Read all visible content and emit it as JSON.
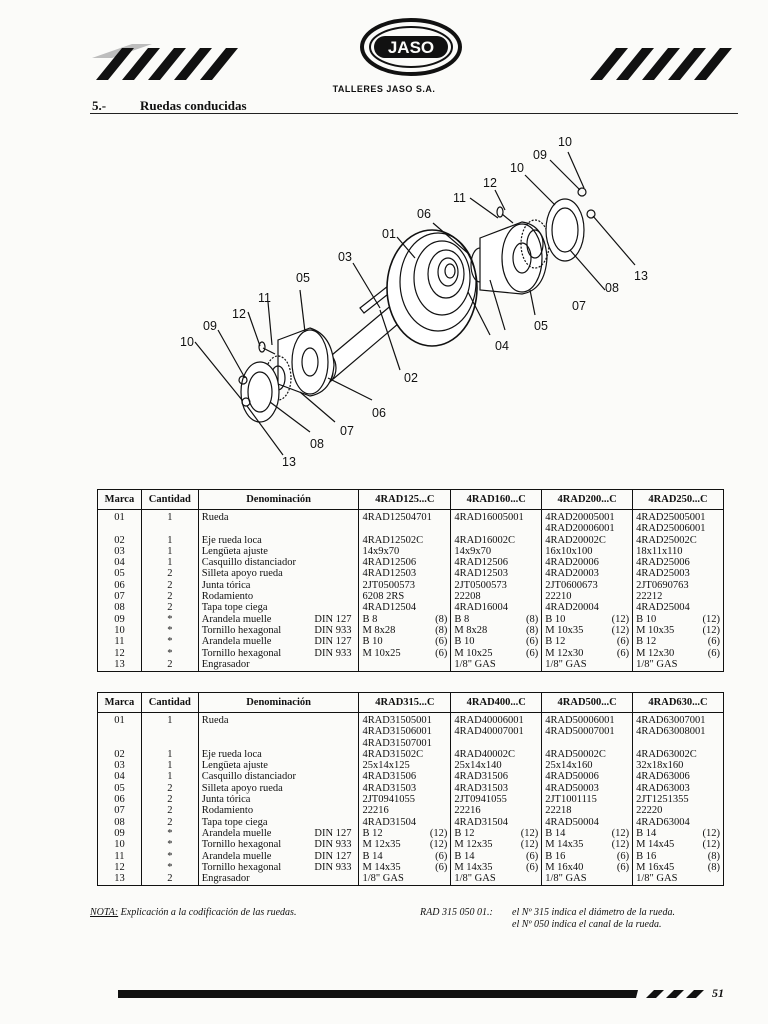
{
  "header": {
    "logo_text": "JASO",
    "company": "TALLERES JASO S.A.",
    "section_number": "5.-",
    "section_title": "Ruedas conducidas"
  },
  "diagram_labels": {
    "l01a": "01",
    "l02": "02",
    "l03": "03",
    "l04": "04",
    "l05a": "05",
    "l05b": "05",
    "l06a": "06",
    "l06b": "06",
    "l07a": "07",
    "l07b": "07",
    "l08a": "08",
    "l08b": "08",
    "l09a": "09",
    "l09b": "09",
    "l10a": "10",
    "l10b": "10",
    "l10c": "10",
    "l11a": "11",
    "l11b": "11",
    "l12a": "12",
    "l12b": "12",
    "l13a": "13",
    "l13b": "13"
  },
  "table1": {
    "headers": {
      "marca": "Marca",
      "cantidad": "Cantidad",
      "denominacion": "Denominación",
      "m1": "4RAD125...C",
      "m2": "4RAD160...C",
      "m3": "4RAD200...C",
      "m4": "4RAD250...C"
    },
    "marca": [
      "01",
      "",
      "02",
      "03",
      "04",
      "05",
      "06",
      "07",
      "08",
      "09",
      "10",
      "11",
      "12",
      "13"
    ],
    "cantidad": [
      "1",
      "",
      "1",
      "1",
      "1",
      "2",
      "2",
      "2",
      "2",
      "*",
      "*",
      "*",
      "*",
      "2"
    ],
    "denominacion": [
      {
        "name": "Rueda",
        "norm": ""
      },
      {
        "name": "",
        "norm": ""
      },
      {
        "name": "Eje rueda loca",
        "norm": ""
      },
      {
        "name": "Lengüeta ajuste",
        "norm": ""
      },
      {
        "name": "Casquillo distanciador",
        "norm": ""
      },
      {
        "name": "Silleta apoyo rueda",
        "norm": ""
      },
      {
        "name": "Junta tórica",
        "norm": ""
      },
      {
        "name": "Rodamiento",
        "norm": ""
      },
      {
        "name": "Tapa tope ciega",
        "norm": ""
      },
      {
        "name": "Arandela muelle",
        "norm": "DIN 127"
      },
      {
        "name": "Tornillo hexagonal",
        "norm": "DIN 933"
      },
      {
        "name": "Arandela muelle",
        "norm": "DIN 127"
      },
      {
        "name": "Tornillo hexagonal",
        "norm": "DIN 933"
      },
      {
        "name": "Engrasador",
        "norm": ""
      }
    ],
    "m1": [
      [
        "4RAD12504701",
        ""
      ],
      [
        "",
        ""
      ],
      [
        "4RAD12502C",
        ""
      ],
      [
        "14x9x70",
        ""
      ],
      [
        "4RAD12506",
        ""
      ],
      [
        "4RAD12503",
        ""
      ],
      [
        "2JT0500573",
        ""
      ],
      [
        "6208  2RS",
        ""
      ],
      [
        "4RAD12504",
        ""
      ],
      [
        "B 8",
        "(8)"
      ],
      [
        "M 8x28",
        "(8)"
      ],
      [
        "B 10",
        "(6)"
      ],
      [
        "M 10x25",
        "(6)"
      ],
      [
        "",
        ""
      ]
    ],
    "m2": [
      [
        "4RAD16005001",
        ""
      ],
      [
        "",
        ""
      ],
      [
        "4RAD16002C",
        ""
      ],
      [
        "14x9x70",
        ""
      ],
      [
        "4RAD12506",
        ""
      ],
      [
        "4RAD12503",
        ""
      ],
      [
        "2JT0500573",
        ""
      ],
      [
        "22208",
        ""
      ],
      [
        "4RAD16004",
        ""
      ],
      [
        "B 8",
        "(8)"
      ],
      [
        "M 8x28",
        "(8)"
      ],
      [
        "B 10",
        "(6)"
      ],
      [
        "M 10x25",
        "(6)"
      ],
      [
        "1/8\" GAS",
        ""
      ]
    ],
    "m3": [
      [
        "4RAD20005001",
        ""
      ],
      [
        "4RAD20006001",
        ""
      ],
      [
        "4RAD20002C",
        ""
      ],
      [
        "16x10x100",
        ""
      ],
      [
        "4RAD20006",
        ""
      ],
      [
        "4RAD20003",
        ""
      ],
      [
        "2JT0600673",
        ""
      ],
      [
        "22210",
        ""
      ],
      [
        "4RAD20004",
        ""
      ],
      [
        "B 10",
        "(12)"
      ],
      [
        "M 10x35",
        "(12)"
      ],
      [
        "B 12",
        "(6)"
      ],
      [
        "M 12x30",
        "(6)"
      ],
      [
        "1/8\" GAS",
        ""
      ]
    ],
    "m4": [
      [
        "4RAD25005001",
        ""
      ],
      [
        "4RAD25006001",
        ""
      ],
      [
        "4RAD25002C",
        ""
      ],
      [
        "18x11x110",
        ""
      ],
      [
        "4RAD25006",
        ""
      ],
      [
        "4RAD25003",
        ""
      ],
      [
        "2JT0690763",
        ""
      ],
      [
        "22212",
        ""
      ],
      [
        "4RAD25004",
        ""
      ],
      [
        "B 10",
        "(12)"
      ],
      [
        "M 10x35",
        "(12)"
      ],
      [
        "B 12",
        "(6)"
      ],
      [
        "M 12x30",
        "(6)"
      ],
      [
        "1/8\" GAS",
        ""
      ]
    ]
  },
  "table2": {
    "headers": {
      "marca": "Marca",
      "cantidad": "Cantidad",
      "denominacion": "Denominación",
      "m1": "4RAD315...C",
      "m2": "4RAD400...C",
      "m3": "4RAD500...C",
      "m4": "4RAD630...C"
    },
    "marca": [
      "01",
      "",
      "",
      "02",
      "03",
      "04",
      "05",
      "06",
      "07",
      "08",
      "09",
      "10",
      "11",
      "12",
      "13"
    ],
    "cantidad": [
      "1",
      "",
      "",
      "1",
      "1",
      "1",
      "2",
      "2",
      "2",
      "2",
      "*",
      "*",
      "*",
      "*",
      "2"
    ],
    "denominacion": [
      {
        "name": "Rueda",
        "norm": ""
      },
      {
        "name": "",
        "norm": ""
      },
      {
        "name": "",
        "norm": ""
      },
      {
        "name": "Eje rueda loca",
        "norm": ""
      },
      {
        "name": "Lengüeta ajuste",
        "norm": ""
      },
      {
        "name": "Casquillo distanciador",
        "norm": ""
      },
      {
        "name": "Silleta apoyo rueda",
        "norm": ""
      },
      {
        "name": "Junta tórica",
        "norm": ""
      },
      {
        "name": "Rodamiento",
        "norm": ""
      },
      {
        "name": "Tapa tope ciega",
        "norm": ""
      },
      {
        "name": "Arandela muelle",
        "norm": "DIN 127"
      },
      {
        "name": "Tornillo hexagonal",
        "norm": "DIN 933"
      },
      {
        "name": "Arandela muelle",
        "norm": "DIN 127"
      },
      {
        "name": "Tornillo hexagonal",
        "norm": "DIN 933"
      },
      {
        "name": "Engrasador",
        "norm": ""
      }
    ],
    "m1": [
      [
        "4RAD31505001",
        ""
      ],
      [
        "4RAD31506001",
        ""
      ],
      [
        "4RAD31507001",
        ""
      ],
      [
        "4RAD31502C",
        ""
      ],
      [
        "25x14x125",
        ""
      ],
      [
        "4RAD31506",
        ""
      ],
      [
        "4RAD31503",
        ""
      ],
      [
        "2JT0941055",
        ""
      ],
      [
        "22216",
        ""
      ],
      [
        "4RAD31504",
        ""
      ],
      [
        "B 12",
        "(12)"
      ],
      [
        "M 12x35",
        "(12)"
      ],
      [
        "B 14",
        "(6)"
      ],
      [
        "M 14x35",
        "(6)"
      ],
      [
        "1/8\" GAS",
        ""
      ]
    ],
    "m2": [
      [
        "4RAD40006001",
        ""
      ],
      [
        "4RAD40007001",
        ""
      ],
      [
        "",
        ""
      ],
      [
        "4RAD40002C",
        ""
      ],
      [
        "25x14x140",
        ""
      ],
      [
        "4RAD31506",
        ""
      ],
      [
        "4RAD31503",
        ""
      ],
      [
        "2JT0941055",
        ""
      ],
      [
        "22216",
        ""
      ],
      [
        "4RAD31504",
        ""
      ],
      [
        "B 12",
        "(12)"
      ],
      [
        "M 12x35",
        "(12)"
      ],
      [
        "B 14",
        "(6)"
      ],
      [
        "M 14x35",
        "(6)"
      ],
      [
        "1/8\" GAS",
        ""
      ]
    ],
    "m3": [
      [
        "4RAD50006001",
        ""
      ],
      [
        "4RAD50007001",
        ""
      ],
      [
        "",
        ""
      ],
      [
        "4RAD50002C",
        ""
      ],
      [
        "25x14x160",
        ""
      ],
      [
        "4RAD50006",
        ""
      ],
      [
        "4RAD50003",
        ""
      ],
      [
        "2JT1001115",
        ""
      ],
      [
        "22218",
        ""
      ],
      [
        "4RAD50004",
        ""
      ],
      [
        "B 14",
        "(12)"
      ],
      [
        "M 14x35",
        "(12)"
      ],
      [
        "B 16",
        "(6)"
      ],
      [
        "M 16x40",
        "(6)"
      ],
      [
        "1/8\" GAS",
        ""
      ]
    ],
    "m4": [
      [
        "4RAD63007001",
        ""
      ],
      [
        "4RAD63008001",
        ""
      ],
      [
        "",
        ""
      ],
      [
        "4RAD63002C",
        ""
      ],
      [
        "32x18x160",
        ""
      ],
      [
        "4RAD63006",
        ""
      ],
      [
        "4RAD63003",
        ""
      ],
      [
        "2JT1251355",
        ""
      ],
      [
        "22220",
        ""
      ],
      [
        "4RAD63004",
        ""
      ],
      [
        "B 14",
        "(12)"
      ],
      [
        "M 14x45",
        "(12)"
      ],
      [
        "B 16",
        "(8)"
      ],
      [
        "M 16x45",
        "(8)"
      ],
      [
        "1/8\" GAS",
        ""
      ]
    ]
  },
  "notes": {
    "nota_label": "NOTA:",
    "nota_text": " Explicación a la codificación de las ruedas.",
    "example": "RAD 315 050 01.:",
    "line1": "el Nº 315 indica el diámetro de la rueda.",
    "line2": "el Nº 050 indica el canal de la rueda."
  },
  "page_number": "51"
}
